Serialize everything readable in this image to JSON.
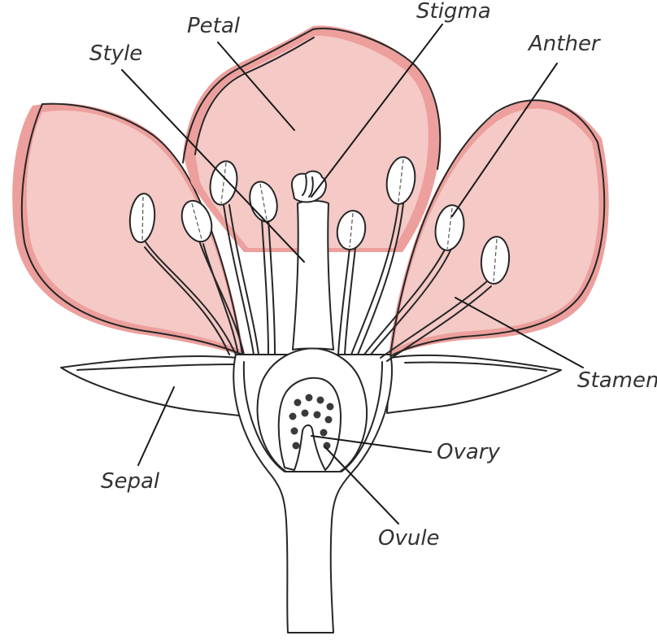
{
  "labels": {
    "petal": "Petal",
    "stigma": "Stigma",
    "style": "Style",
    "anther": "Anther",
    "stamen": "Stamen",
    "sepal": "Sepal",
    "ovary": "Ovary",
    "ovule": "Ovule"
  },
  "colors": {
    "petal": "#f4c9c6",
    "petal_edge": "#ec9f9c",
    "outline": "#262626",
    "ovule": "#3a3a3a"
  }
}
